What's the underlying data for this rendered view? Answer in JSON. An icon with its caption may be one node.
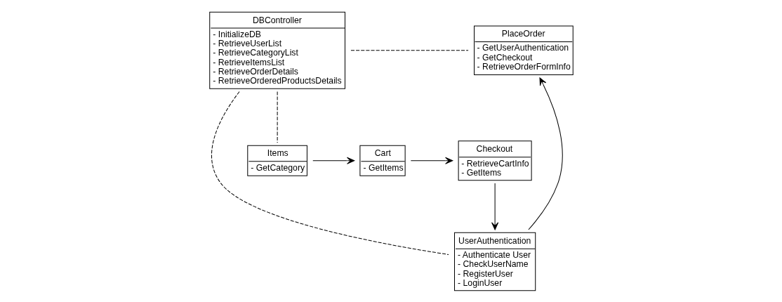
{
  "diagram": {
    "nodes": [
      {
        "text": [
          "DBController",
          "- InitializeDB",
          "- RetrieveUserList",
          "- RetrieveCategoryList",
          "- RetrieveItemsList",
          "- RetrieveOrderDetails",
          "- RetrieveOrderedProductsDetails"
        ]
      },
      {
        "text": [
          "PlaceOrder",
          "- GetUserAuthentication",
          "- GetCheckout",
          "- RetrieveOrderFormInfo"
        ]
      },
      {
        "text": [
          "UserAuthentication",
          "- Authenticate User",
          "- CheckUserName",
          "- RegisterUser",
          "- LoginUser"
        ]
      },
      {
        "text": [
          "Items",
          "- GetCategory"
        ]
      },
      {
        "text": [
          "Cart",
          "- GetItems"
        ]
      },
      {
        "text": [
          "Checkout",
          "- RetrieveCartInfo",
          "- GetItems"
        ]
      }
    ],
    "edges": [
      {
        "from": 0,
        "to": 1,
        "arrow": "none",
        "style": "dashed"
      },
      {
        "from": 0,
        "to": 2,
        "arrow": "none",
        "style": "dashed"
      },
      {
        "from": 0,
        "to": 3,
        "arrow": "none",
        "style": "dashed"
      },
      {
        "from": 3,
        "to": 4,
        "arrow": "to"
      },
      {
        "from": 4,
        "to": 5,
        "arrow": "to"
      },
      {
        "from": 5,
        "to": 2,
        "arrow": "to"
      },
      {
        "from": 2,
        "to": 1,
        "arrow": "to"
      }
    ]
  }
}
